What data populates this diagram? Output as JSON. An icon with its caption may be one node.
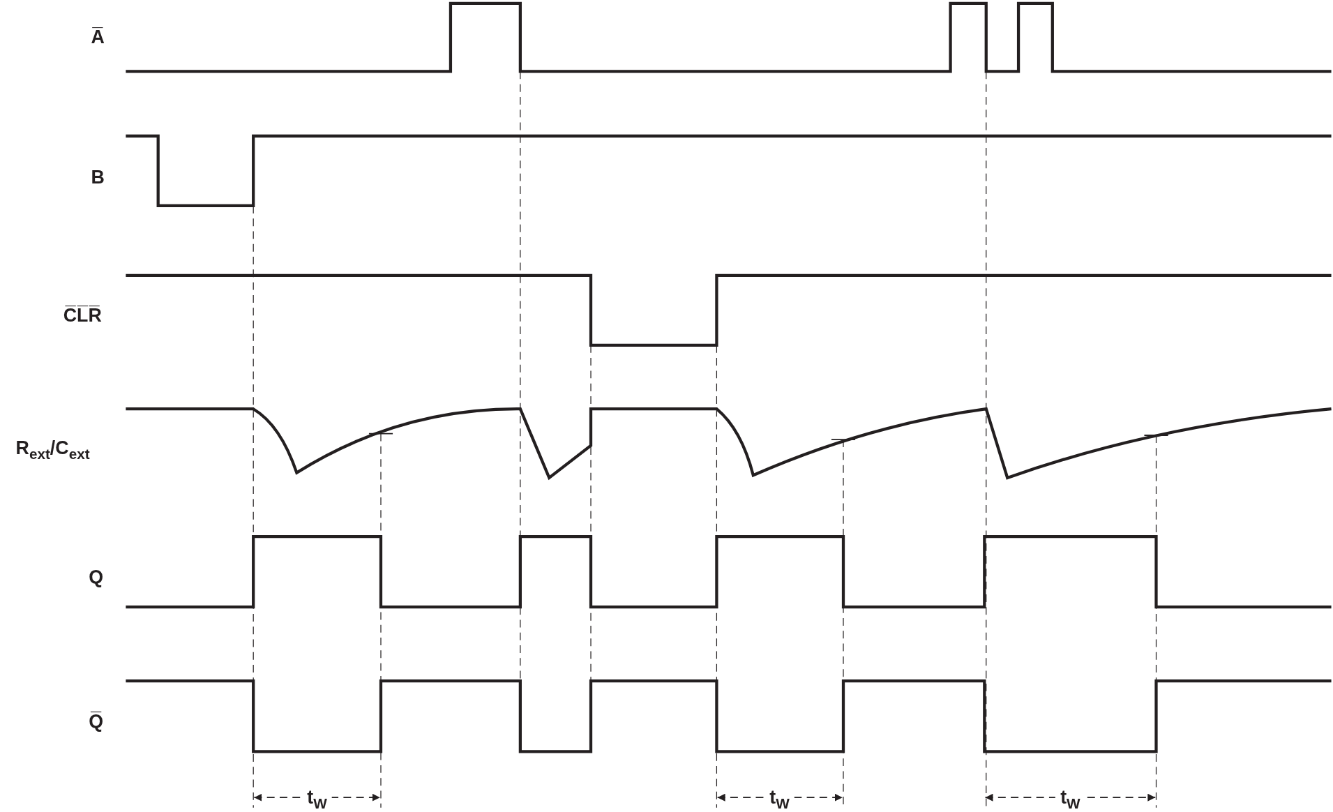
{
  "diagram": {
    "labels": [
      "A̅",
      "B",
      "C̅L̅R̅",
      "R$_{ext}$/C$_{ext}$",
      "Q",
      "Q̅",
      "t$_{W}$",
      "t$_{W}$",
      "t$_{W}$"
    ]
  }
}
